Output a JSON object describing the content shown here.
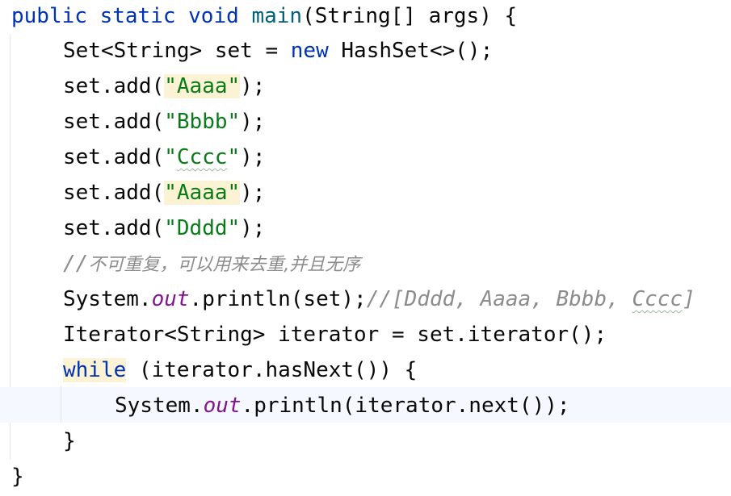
{
  "code": {
    "l0": {
      "kw1": "public",
      "kw2": "static",
      "kw3": "void",
      "fn": "main",
      "rest": "(String[] args) {"
    },
    "l1": {
      "a": "Set<String> set = ",
      "kw": "new",
      "b": " HashSet<>();"
    },
    "l2": {
      "a": "set.add(",
      "str": "\"Aaaa\"",
      "b": ");"
    },
    "l3": {
      "a": "set.add(",
      "str": "\"Bbbb\"",
      "b": ");"
    },
    "l4": {
      "a": "set.add(",
      "q1": "\"",
      "str_sq": "Cccc",
      "q2": "\"",
      "b": ");"
    },
    "l5": {
      "a": "set.add(",
      "str": "\"Aaaa\"",
      "b": ");"
    },
    "l6": {
      "a": "set.add(",
      "str": "\"Dddd\"",
      "b": ");"
    },
    "l7": {
      "slashes": "//",
      "text": "不可重复，可以用来去重,并且无序"
    },
    "l8": {
      "a": "System.",
      "field": "out",
      "b": ".println(set);",
      "comment": "//[Dddd, Aaaa, Bbbb, ",
      "comment_sq": "Cccc",
      "comment_end": "]"
    },
    "l9": {
      "text": "Iterator<String> iterator = set.iterator();"
    },
    "l10": {
      "kw": "while",
      "rest": " (iterator.hasNext()) {"
    },
    "l11": {
      "a": "System.",
      "field": "out",
      "b": ".println(iterator.next());"
    },
    "l12": {
      "text": "}"
    },
    "l13": {
      "text": "}"
    }
  },
  "colors": {
    "keyword": "#0033b3",
    "method_name": "#00627a",
    "string": "#067d17",
    "static_field": "#871094",
    "comment": "#8c8c8c",
    "identifier_highlight": "#fcf2d4",
    "current_line": "#f5f8fe"
  }
}
